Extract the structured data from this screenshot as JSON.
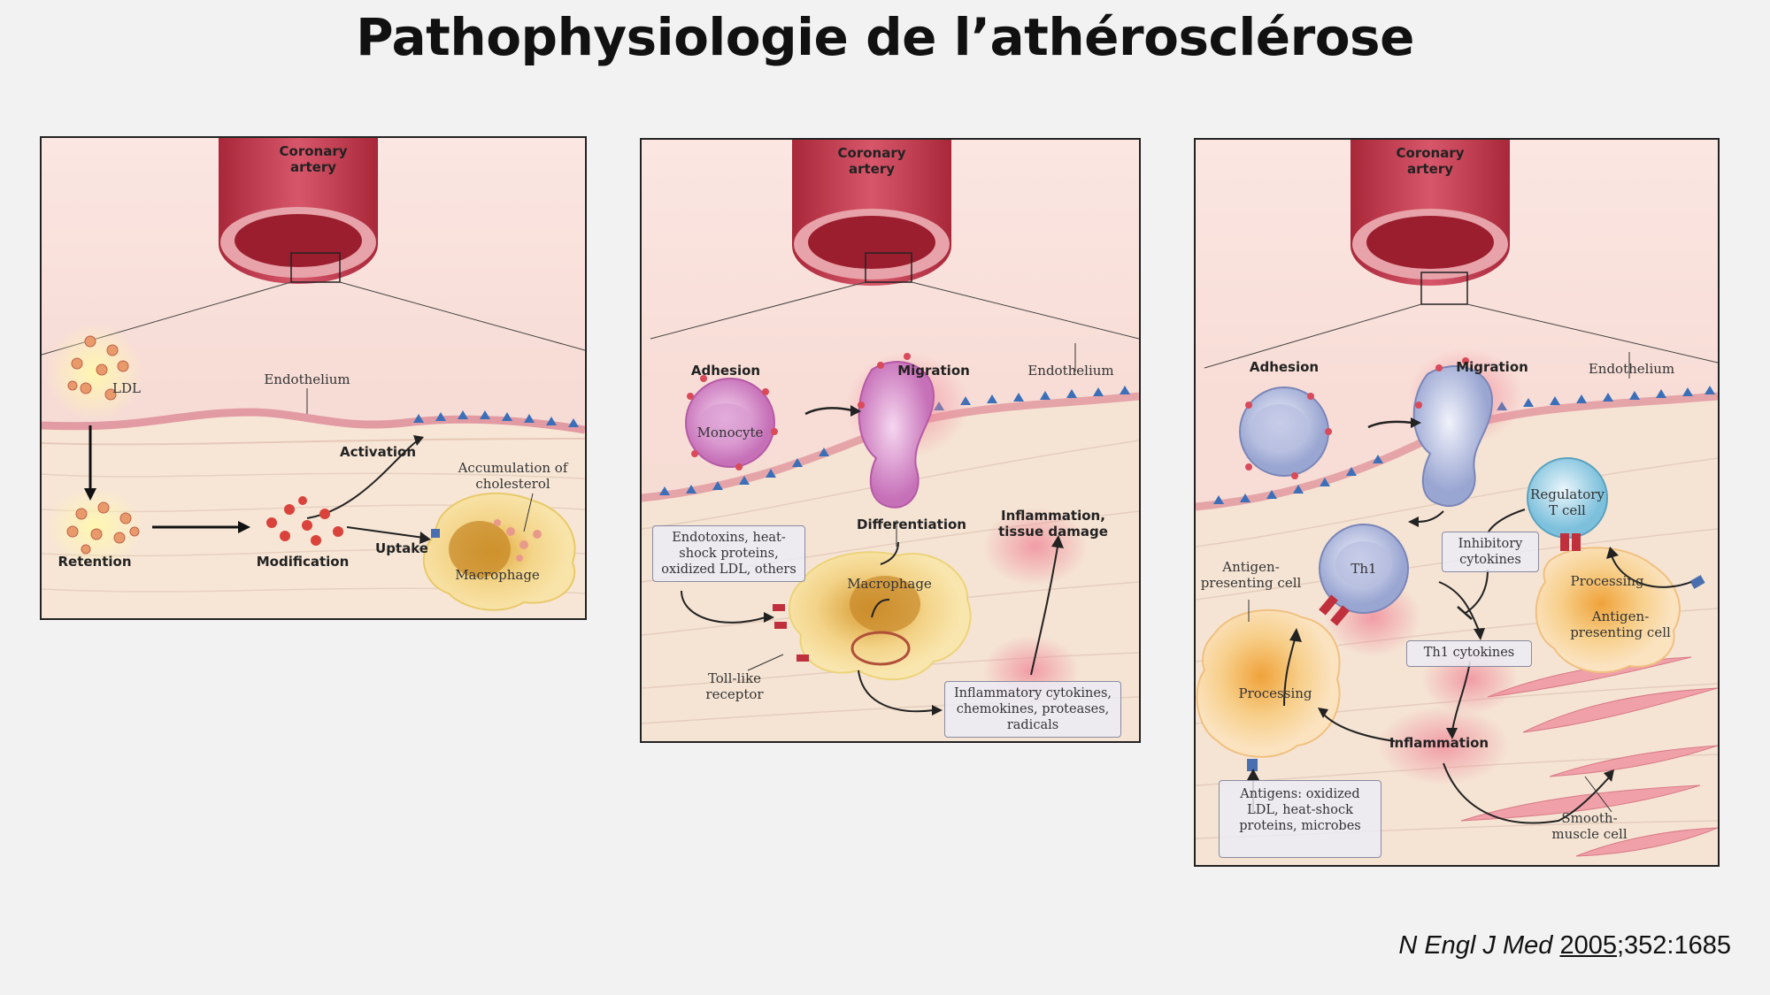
{
  "title": "Pathophysiologie de l’athérosclérose",
  "citation": {
    "journal": "N Engl J Med",
    "year": "2005",
    "ref": ";352:1685"
  },
  "panel1": {
    "artery": "Coronary artery",
    "ldl": "LDL",
    "endothelium": "Endothelium",
    "activation": "Activation",
    "accumulation": "Accumulation of cholesterol",
    "retention": "Retention",
    "modification": "Modification",
    "uptake": "Uptake",
    "macrophage": "Macrophage"
  },
  "panel2": {
    "artery": "Coronary artery",
    "adhesion": "Adhesion",
    "migration": "Migration",
    "endothelium": "Endothelium",
    "monocyte": "Monocyte",
    "differentiation": "Differentiation",
    "inflammation": "Inflammation, tissue damage",
    "endotoxins": "Endotoxins, heat-shock proteins, oxidized LDL, others",
    "macrophage": "Macrophage",
    "toll": "Toll-like receptor",
    "cytokines": "Inflammatory cytokines, chemokines, proteases, radicals"
  },
  "panel3": {
    "artery": "Coronary artery",
    "adhesion": "Adhesion",
    "migration": "Migration",
    "endothelium": "Endothelium",
    "regulatory": "Regulatory T cell",
    "apc_left": "Antigen-presenting cell",
    "th1": "Th1",
    "inhibitory": "Inhibitory cytokines",
    "processing_right": "Processing",
    "apc_right": "Antigen-presenting cell",
    "th1_cytokines": "Th1 cytokines",
    "processing_left": "Processing",
    "inflammation": "Inflammation",
    "antigens": "Antigens: oxidized LDL, heat-shock proteins, microbes",
    "smooth_muscle": "Smooth-muscle cell"
  }
}
